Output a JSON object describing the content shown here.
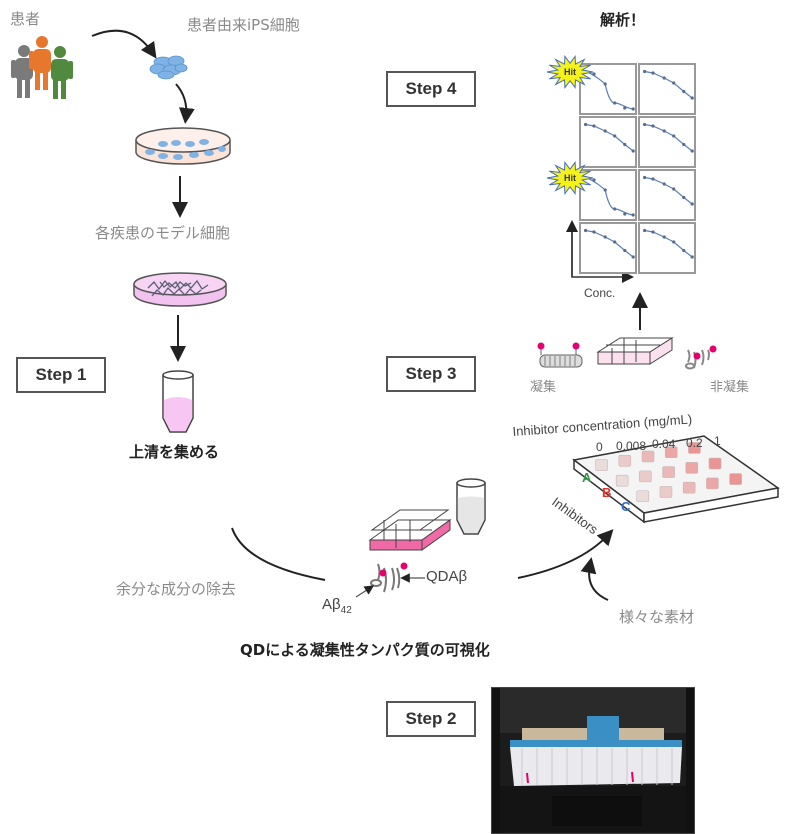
{
  "labels": {
    "patients": "患者",
    "patient_ips": "患者由来iPS細胞",
    "disease_model_cells": "各疾患のモデル細胞",
    "collect_supernatant": "上清を集める",
    "remove_excess": "余分な成分の除去",
    "qd_visualization": "QDによる凝集性タンパク質の可視化",
    "various_materials": "様々な素材",
    "analysis": "解析！",
    "aggregated": "凝集",
    "non_aggregated": "非凝集",
    "qdab": "QDAβ",
    "ab42_main": "Aβ",
    "ab42_sub": "42",
    "conc": "Conc.",
    "hit": "Hit",
    "inhibitor_concentration_title": "Inhibitor concentration (mg/mL)",
    "inhibitors": "Inhibitors"
  },
  "concentrations": [
    "0",
    "0.008",
    "0.04",
    "0.2",
    "1"
  ],
  "inhibitor_rows": [
    {
      "label": "A",
      "color": "#2e9e46"
    },
    {
      "label": "B",
      "color": "#e0312b"
    },
    {
      "label": "C",
      "color": "#2f6fc4"
    }
  ],
  "steps": {
    "step1": "Step 1",
    "step2": "Step 2",
    "step3": "Step 3",
    "step4": "Step 4"
  },
  "colors": {
    "person_gray": "#7a7a7a",
    "person_orange": "#e8772e",
    "person_green": "#4f8a3f",
    "cell_blue": "#7fb2e5",
    "media_pink": "#f7c6f2",
    "qd_magenta": "#e6006e",
    "hit_yellow": "#f5f21a",
    "curve_blue": "#5b7fb8"
  },
  "plots": [
    {
      "hit": true,
      "shape": "sigmoid"
    },
    {
      "hit": false,
      "shape": "decline"
    },
    {
      "hit": false,
      "shape": "decline"
    },
    {
      "hit": false,
      "shape": "decline"
    },
    {
      "hit": true,
      "shape": "sigmoid"
    },
    {
      "hit": false,
      "shape": "decline"
    },
    {
      "hit": false,
      "shape": "decline"
    },
    {
      "hit": false,
      "shape": "decline"
    }
  ]
}
